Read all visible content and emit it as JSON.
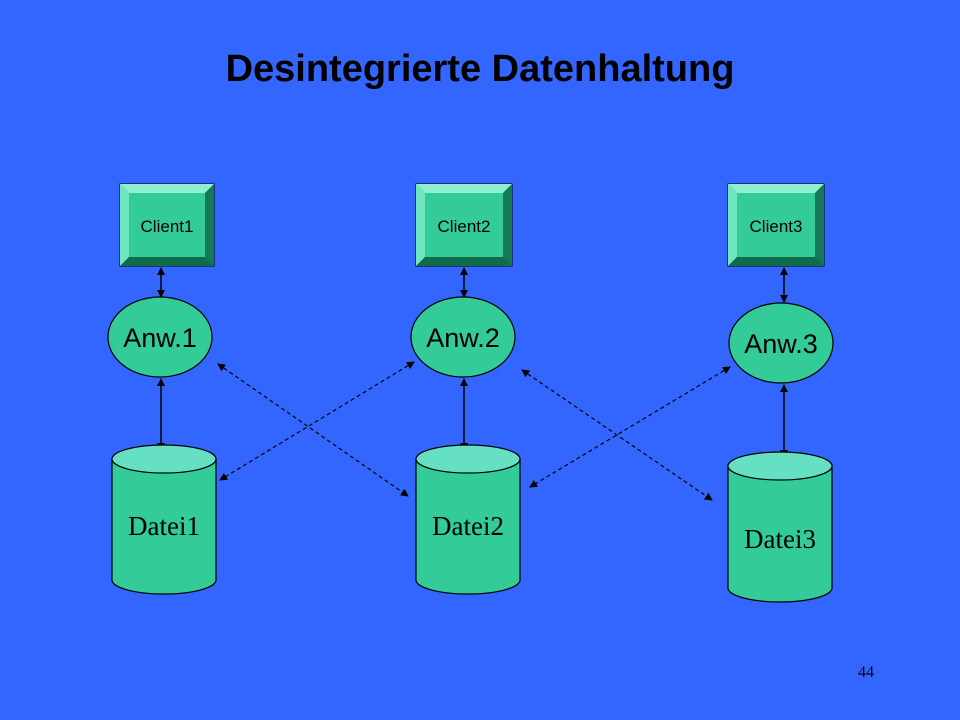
{
  "slide": {
    "title": "Desintegrierte Datenhaltung",
    "page_number": "44"
  },
  "colors": {
    "background": "#3366ff",
    "node_fill": "#33cc99",
    "cylinder_top": "#66e0c2",
    "outline": "#000000"
  },
  "clients": [
    {
      "label": "Client1"
    },
    {
      "label": "Client2"
    },
    {
      "label": "Client3"
    }
  ],
  "applications": [
    {
      "label": "Anw.1"
    },
    {
      "label": "Anw.2"
    },
    {
      "label": "Anw.3"
    }
  ],
  "files": [
    {
      "label": "Datei1"
    },
    {
      "label": "Datei2"
    },
    {
      "label": "Datei3"
    }
  ],
  "connections": {
    "solid": [
      {
        "from": "Client1",
        "to": "Anw.1"
      },
      {
        "from": "Client2",
        "to": "Anw.2"
      },
      {
        "from": "Client3",
        "to": "Anw.3"
      },
      {
        "from": "Anw.1",
        "to": "Datei1"
      },
      {
        "from": "Anw.2",
        "to": "Datei2"
      },
      {
        "from": "Anw.3",
        "to": "Datei3"
      }
    ],
    "dashed": [
      {
        "from": "Anw.1",
        "to": "Datei2"
      },
      {
        "from": "Anw.2",
        "to": "Datei1"
      },
      {
        "from": "Anw.2",
        "to": "Datei3"
      },
      {
        "from": "Anw.3",
        "to": "Datei2"
      }
    ]
  }
}
